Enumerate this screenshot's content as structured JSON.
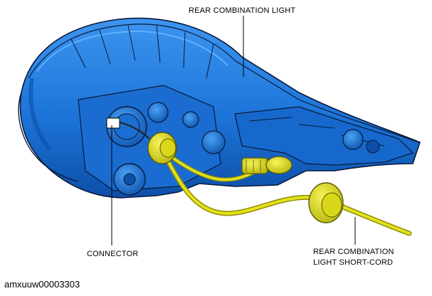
{
  "callouts": {
    "rear_combination_light": "REAR COMBINATION LIGHT",
    "connector": "CONNECTOR",
    "short_cord_line1": "REAR COMBINATION",
    "short_cord_line2": "LIGHT SHORT-CORD"
  },
  "figure_id": "amxuuw00003303",
  "colors": {
    "housing": "#1c74d8",
    "housing_dark": "#0d4fa8",
    "outline": "#0a1a3a",
    "cord": "#e3e21c",
    "cord_dark": "#8f8d05",
    "leader": "#000000"
  }
}
